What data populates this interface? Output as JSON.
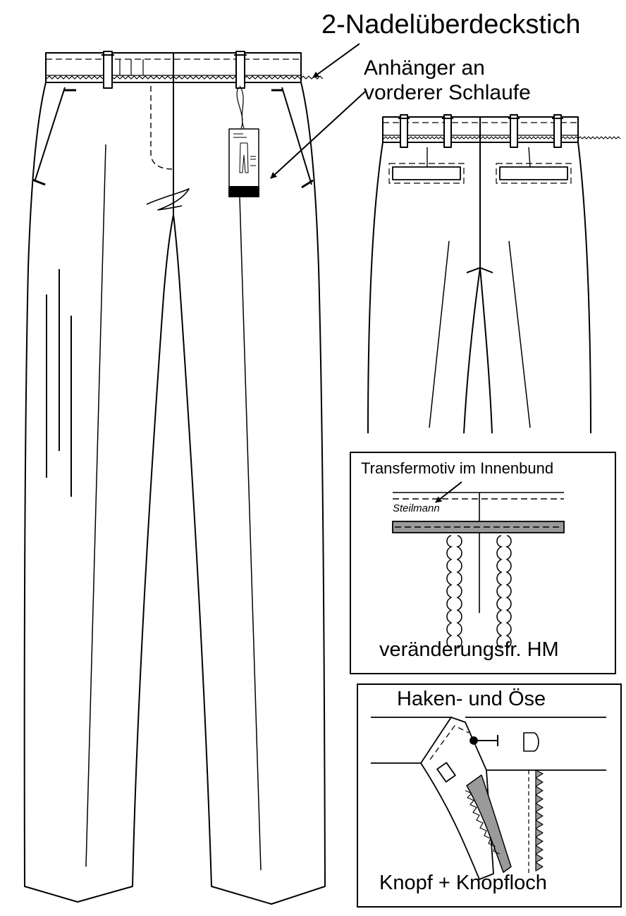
{
  "title": "2-Nadelüberdeckstich",
  "tag_label": {
    "line1": "Anhänger an",
    "line2": "vorderer Schlaufe"
  },
  "detail_transfer": {
    "title": "Transfermotiv im Innenbund",
    "brand": "Steilmann",
    "caption": "veränderungsfr. HM"
  },
  "detail_closure": {
    "title": "Haken- und Öse",
    "caption": "Knopf + Knopfloch"
  },
  "colors": {
    "line": "#000000",
    "tape_gray": "#9a9a9a",
    "background": "#ffffff"
  }
}
